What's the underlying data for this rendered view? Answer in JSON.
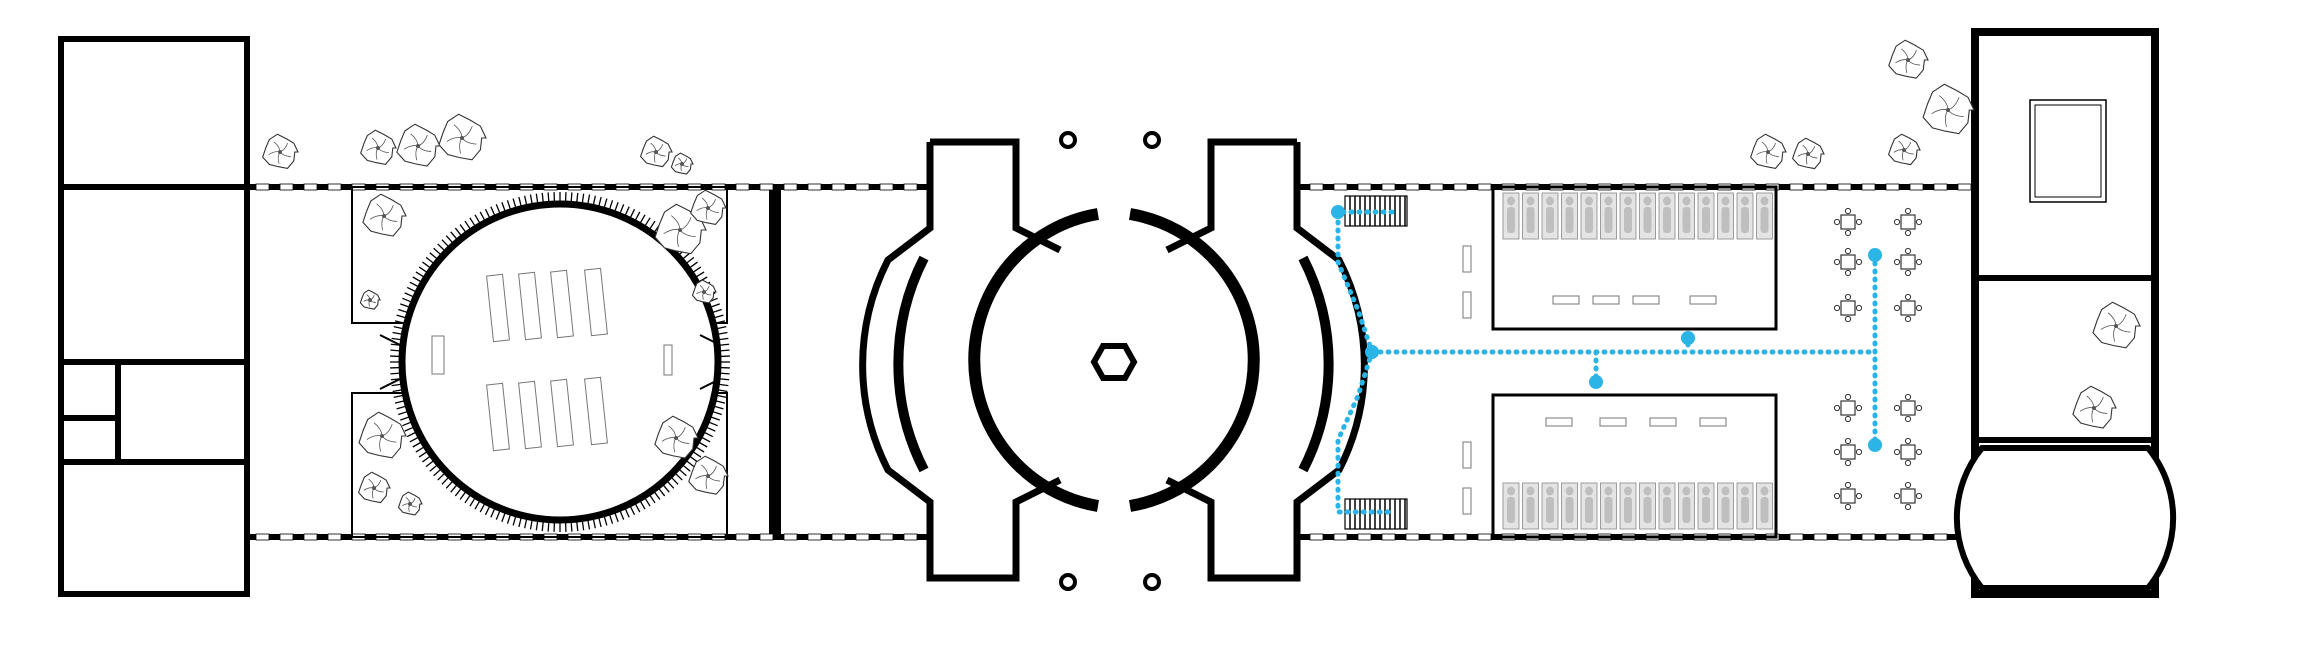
{
  "drawing": {
    "type": "architectural floor plan",
    "colors": {
      "walls": "#000000",
      "background": "#ffffff",
      "circulation_route": "#2bb4e6",
      "furniture": "#777777",
      "audience_figures": "#bfbfbf"
    },
    "icons": [
      "tree-icon",
      "chair-icon",
      "staircase-icon",
      "column-icon"
    ],
    "circulation_route": {
      "nodes_shown": 6,
      "style": "dotted"
    }
  }
}
